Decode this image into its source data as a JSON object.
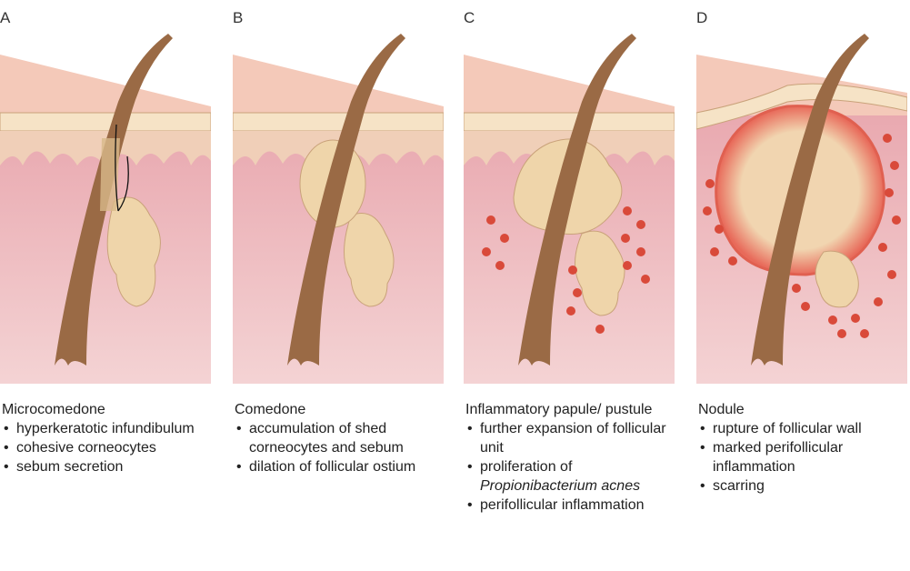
{
  "panels": [
    {
      "letter": "A",
      "title": "Microcomedone",
      "bullets": [
        {
          "text": "hyperkeratotic infundibulum"
        },
        {
          "text": "cohesive corneocytes"
        },
        {
          "text": "sebum secretion"
        }
      ]
    },
    {
      "letter": "B",
      "title": "Comedone",
      "bullets": [
        {
          "text": "accumulation of shed corneocytes and sebum"
        },
        {
          "text": "dilation of follicular ostium"
        }
      ]
    },
    {
      "letter": "C",
      "title": "Inflammatory papule/ pustule",
      "bullets": [
        {
          "text": "further expansion of follicular unit"
        },
        {
          "text": "proliferation of",
          "italic": "Propionibacterium acnes"
        },
        {
          "text": "perifollicular inflammation"
        }
      ]
    },
    {
      "letter": "D",
      "title": "Nodule",
      "bullets": [
        {
          "text": "rupture of follicular wall"
        },
        {
          "text": "marked perifollicular inflammation"
        },
        {
          "text": "scarring"
        }
      ]
    }
  ],
  "colors": {
    "skin_surface": "#f4c9b9",
    "epidermis": "#f6e3c6",
    "dermis": "#e3a7ad",
    "dermis_light": "#f2cfd0",
    "hair": "#9a6a45",
    "sebum": "#efd5aa",
    "inflammation": "#d94a3a"
  }
}
